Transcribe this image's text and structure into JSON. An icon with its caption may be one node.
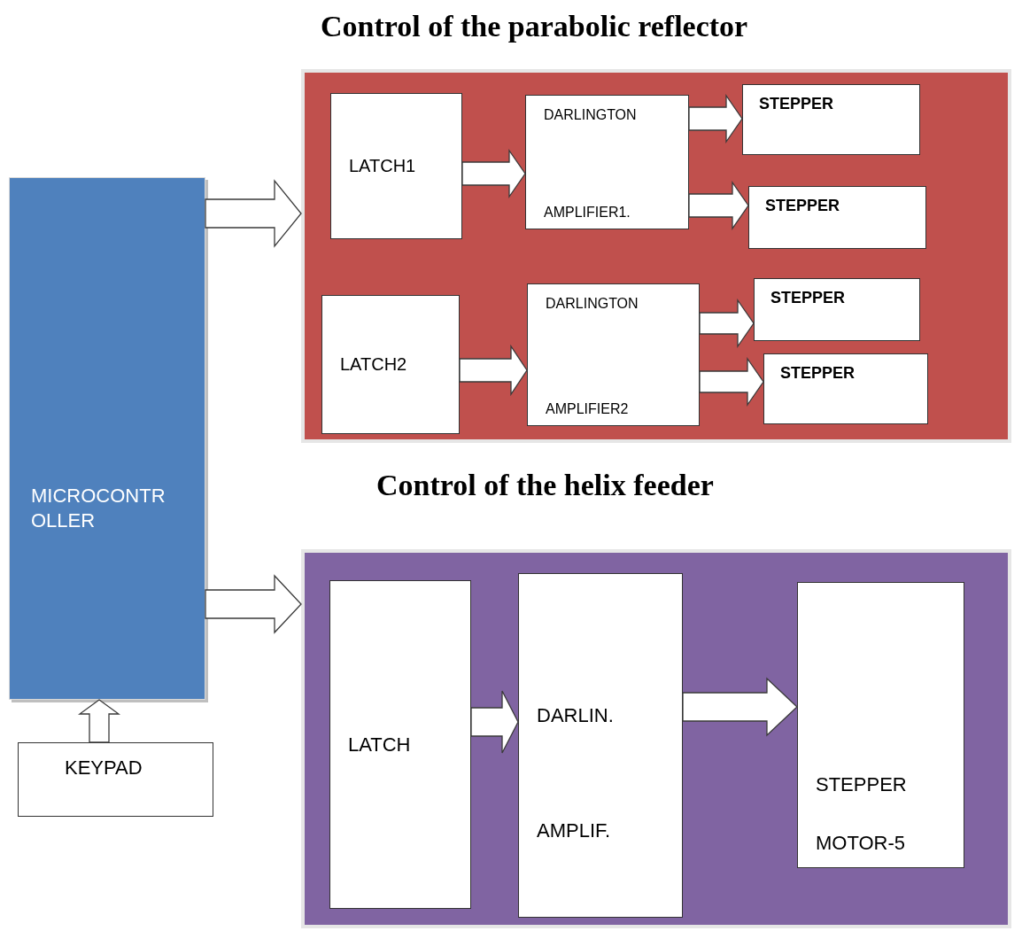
{
  "diagram": {
    "nodes": [
      {
        "text": [
          "MICROCONTR OLLER"
        ]
      },
      {
        "text": [],
        "shape": "box"
      },
      {
        "text": [
          "LATCH1"
        ],
        "in": 1
      },
      {
        "text": [
          "DARLINGTON",
          "AMPLIFIER1."
        ],
        "in": 1
      },
      {
        "text": [
          "STEPPER"
        ],
        "in": 1
      },
      {
        "text": [
          "STEPPER"
        ],
        "in": 1
      },
      {
        "text": [
          "LATCH2"
        ],
        "in": 1
      },
      {
        "text": [
          "DARLINGTON",
          "AMPLIFIER2"
        ],
        "in": 1
      },
      {
        "text": [
          "STEPPER"
        ],
        "in": 1
      },
      {
        "text": [
          "STEPPER"
        ],
        "in": 1
      },
      {
        "text": [],
        "shape": "box"
      },
      {
        "text": [
          "LATCH"
        ],
        "in": 10
      },
      {
        "text": [
          "DARLIN.",
          "AMPLIF."
        ],
        "in": 10
      },
      {
        "text": [
          "STEPPER",
          "MOTOR-5"
        ],
        "in": 10
      },
      {
        "text": [
          "KEYPAD"
        ]
      }
    ],
    "edges": [
      {
        "from": 0,
        "to": 1,
        "arrow": "to"
      },
      {
        "from": 2,
        "to": 3,
        "arrow": "to"
      },
      {
        "from": 3,
        "to": 4,
        "arrow": "to"
      },
      {
        "from": 3,
        "to": 5,
        "arrow": "to"
      },
      {
        "from": 6,
        "to": 7,
        "arrow": "to"
      },
      {
        "from": 7,
        "to": 8,
        "arrow": "to"
      },
      {
        "from": 7,
        "to": 9,
        "arrow": "to"
      },
      {
        "from": 0,
        "to": 10,
        "arrow": "to"
      },
      {
        "from": 11,
        "to": 12,
        "arrow": "to"
      },
      {
        "from": 12,
        "to": 13,
        "arrow": "to"
      },
      {
        "from": 14,
        "to": 0,
        "arrow": "to"
      }
    ],
    "labels": [
      "Control of the parabolic reflector",
      "Control of the helix feeder"
    ]
  }
}
